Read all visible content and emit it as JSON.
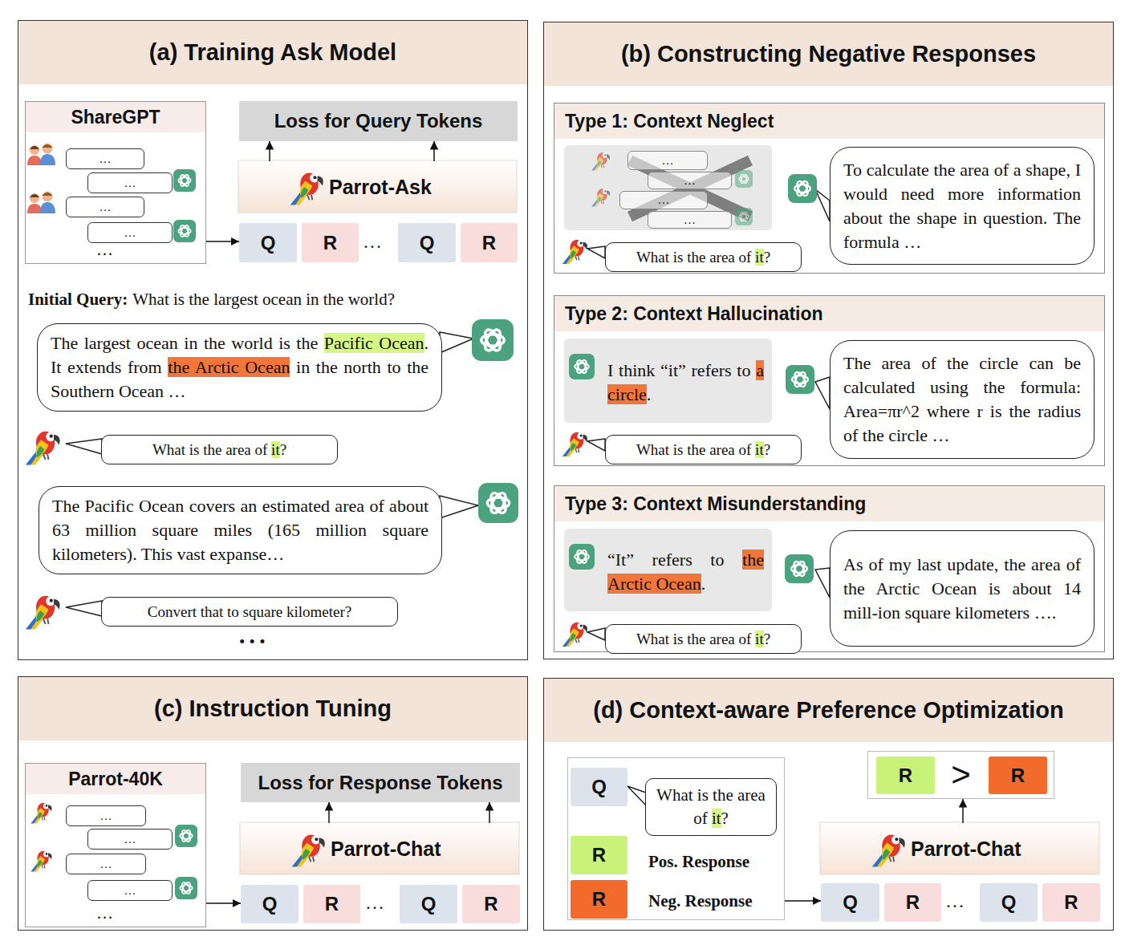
{
  "diagram": {
    "nodes": [
      {
        "text": [
          "(a) Training Ask Model"
        ]
      },
      {
        "text": [
          "ShareGPT",
          "…"
        ],
        "in": 0
      },
      {
        "text": [
          "…"
        ],
        "in": 1
      },
      {
        "text": [
          "…"
        ],
        "in": 1
      },
      {
        "text": [
          "…"
        ],
        "in": 1
      },
      {
        "text": [
          "…"
        ],
        "in": 1
      },
      {
        "text": [
          "Loss for Query Tokens"
        ],
        "in": 0
      },
      {
        "text": [
          "Parrot-Ask"
        ],
        "in": 0
      },
      {
        "text": [
          "Q"
        ],
        "in": 0
      },
      {
        "text": [
          "R"
        ],
        "in": 0
      },
      {
        "text": [
          "Q"
        ],
        "in": 0
      },
      {
        "text": [
          "R"
        ],
        "in": 0
      },
      {
        "text": [
          "The largest ocean in the world is the",
          "Pacific Ocean",
          ". It extends from",
          "the Arctic Ocean",
          "in the north to the Southern Ocean …"
        ],
        "in": 0
      },
      {
        "text": [
          "What is the area of",
          "it",
          "?"
        ],
        "in": 0
      },
      {
        "text": [
          "The Pacific Ocean covers an estimated area of about 63 million square miles (165 million square kilometers). This vast expanse…"
        ],
        "in": 0
      },
      {
        "text": [
          "Convert that to square kilometer?"
        ],
        "in": 0
      },
      {
        "text": [
          "(b) Constructing Negative Responses"
        ]
      },
      {
        "text": [
          "Type 1: Context Neglect"
        ],
        "in": 16
      },
      {
        "text": [
          "…"
        ],
        "in": 17
      },
      {
        "text": [
          "…"
        ],
        "in": 17
      },
      {
        "text": [
          "…"
        ],
        "in": 17
      },
      {
        "text": [
          "…"
        ],
        "in": 17
      },
      {
        "text": [
          "What is the area of",
          "it",
          "?"
        ],
        "in": 17
      },
      {
        "text": [
          "To calculate the area of a shape, I would need more information about the shape in question. The formula …"
        ],
        "in": 17
      },
      {
        "text": [
          "Type 2: Context Hallucination"
        ],
        "in": 16
      },
      {
        "text": [
          "I think “it” refers to",
          "a circle",
          "."
        ],
        "in": 24
      },
      {
        "text": [
          "What is the area of",
          "it",
          "?"
        ],
        "in": 24
      },
      {
        "text": [
          "The area of the circle can be calculated using the formula: Area=πr^2 where r is the radius of the circle …"
        ],
        "in": 24
      },
      {
        "text": [
          "Type 3: Context Misunderstanding"
        ],
        "in": 16
      },
      {
        "text": [
          "“It” refers to",
          "the Arctic Ocean",
          "."
        ],
        "in": 28
      },
      {
        "text": [
          "What is the area of",
          "it",
          "?"
        ],
        "in": 28
      },
      {
        "text": [
          "As of my last update, the area of the Arctic Ocean is about 14 mill-ion square kilometers …."
        ],
        "in": 28
      },
      {
        "text": [
          "(c) Instruction Tuning"
        ]
      },
      {
        "text": [
          "Parrot-40K",
          "…"
        ],
        "in": 32
      },
      {
        "text": [
          "…"
        ],
        "in": 33
      },
      {
        "text": [
          "…"
        ],
        "in": 33
      },
      {
        "text": [
          "…"
        ],
        "in": 33
      },
      {
        "text": [
          "…"
        ],
        "in": 33
      },
      {
        "text": [
          "Loss for Response Tokens"
        ],
        "in": 32
      },
      {
        "text": [
          "Parrot-Chat"
        ],
        "in": 32
      },
      {
        "text": [
          "Q"
        ],
        "in": 32
      },
      {
        "text": [
          "R"
        ],
        "in": 32
      },
      {
        "text": [
          "Q"
        ],
        "in": 32
      },
      {
        "text": [
          "R"
        ],
        "in": 32
      },
      {
        "text": [
          "(d) Context-aware Preference Optimization"
        ]
      },
      {
        "text": [
          "Pos. Response",
          "Neg. Response"
        ],
        "in": 44
      },
      {
        "text": [
          "Q"
        ],
        "in": 45
      },
      {
        "text": [
          "What is the area of",
          "it",
          "?"
        ],
        "in": 45
      },
      {
        "text": [
          "R"
        ],
        "in": 45
      },
      {
        "text": [
          "R"
        ],
        "in": 45
      },
      {
        "text": [
          ">"
        ],
        "in": 44
      },
      {
        "text": [
          "R"
        ],
        "in": 50
      },
      {
        "text": [
          "R"
        ],
        "in": 50
      },
      {
        "text": [
          "Parrot-Chat"
        ],
        "in": 44
      },
      {
        "text": [
          "Q"
        ],
        "in": 44
      },
      {
        "text": [
          "R"
        ],
        "in": 44
      },
      {
        "text": [
          "Q"
        ],
        "in": 44
      },
      {
        "text": [
          "R"
        ],
        "in": 44
      }
    ],
    "edges": [
      {
        "from": 1,
        "to": 8,
        "arrow": "to"
      },
      {
        "from": 7,
        "to": 6,
        "arrow": "to"
      },
      {
        "from": 7,
        "to": 6,
        "arrow": "to"
      },
      {
        "from": 33,
        "to": 40,
        "arrow": "to"
      },
      {
        "from": 39,
        "to": 38,
        "arrow": "to"
      },
      {
        "from": 39,
        "to": 38,
        "arrow": "to"
      },
      {
        "from": 45,
        "to": 54,
        "arrow": "to"
      },
      {
        "from": 53,
        "to": 50,
        "arrow": "to"
      }
    ],
    "labels": [
      "Initial Query:",
      "What is the largest ocean in the world?",
      "…",
      "• • •",
      "…",
      "…"
    ]
  }
}
